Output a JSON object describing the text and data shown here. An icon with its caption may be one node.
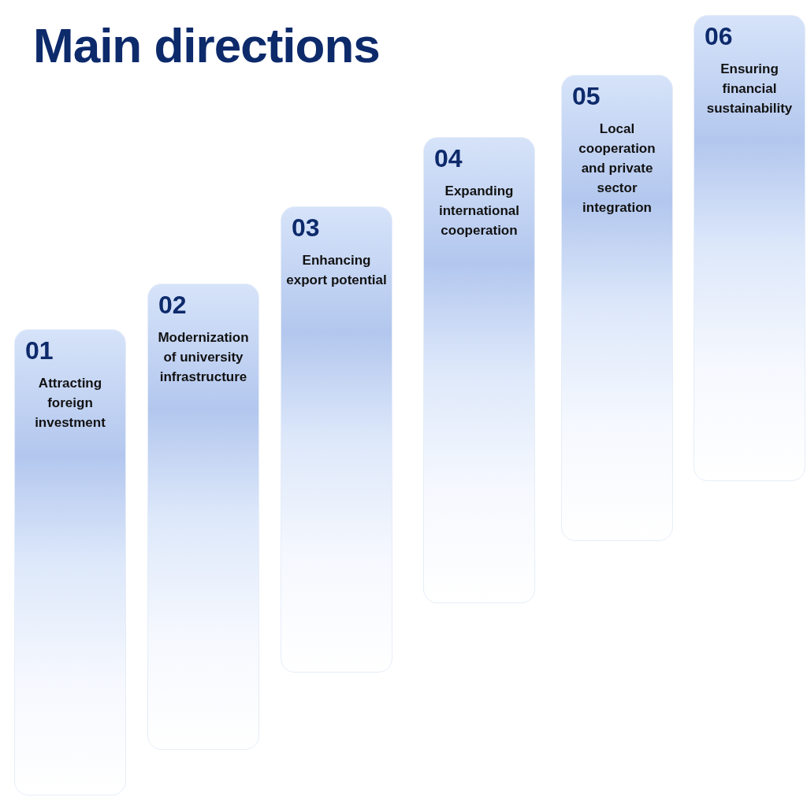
{
  "diagram": {
    "title": "Main directions",
    "nodes": [
      {
        "text": [
          "01",
          "Attracting foreign investment"
        ]
      },
      {
        "text": [
          "02",
          "Modernization of university infrastructure"
        ]
      },
      {
        "text": [
          "03",
          "Enhancing export potential"
        ]
      },
      {
        "text": [
          "04",
          "Expanding international cooperation"
        ]
      },
      {
        "text": [
          "05",
          "Local cooperation and private sector integration"
        ]
      },
      {
        "text": [
          "06",
          "Ensuring financial sustainability"
        ]
      }
    ]
  }
}
